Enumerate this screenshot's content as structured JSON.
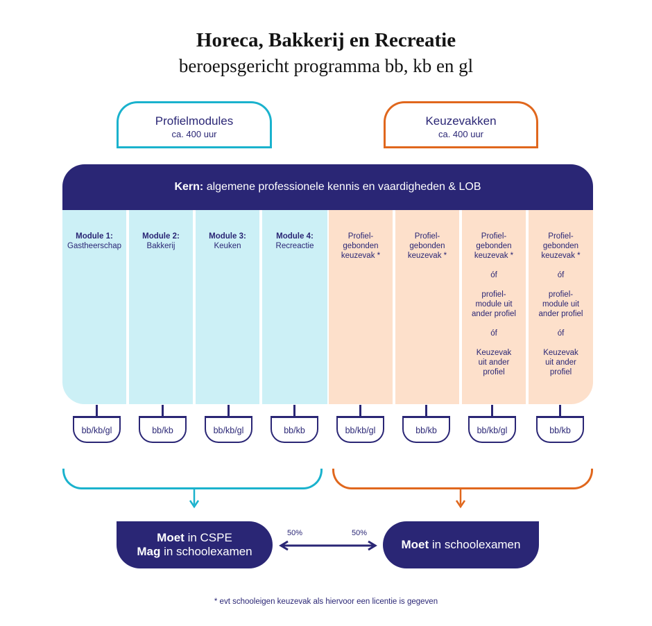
{
  "title": "Horeca, Bakkerij en Recreatie",
  "subtitle": "beroepsgericht programma bb, kb en gl",
  "tabs": {
    "profielmodules": {
      "label": "Profielmodules",
      "hours": "ca. 400 uur"
    },
    "keuzevakken": {
      "label": "Keuzevakken",
      "hours": "ca. 400 uur"
    }
  },
  "kern": {
    "bold": "Kern:",
    "text": " algemene professionele kennis en vaardigheden & LOB"
  },
  "columns": [
    {
      "bold": "Module 1:",
      "lines": [
        "Gastheerschap"
      ],
      "badge": "bb/kb/gl"
    },
    {
      "bold": "Module 2:",
      "lines": [
        "Bakkerij"
      ],
      "badge": "bb/kb"
    },
    {
      "bold": "Module 3:",
      "lines": [
        "Keuken"
      ],
      "badge": "bb/kb/gl"
    },
    {
      "bold": "Module 4:",
      "lines": [
        "Recreactie"
      ],
      "badge": "bb/kb"
    },
    {
      "lines": [
        "Profiel-",
        "gebonden",
        "keuzevak *"
      ],
      "badge": "bb/kb/gl"
    },
    {
      "lines": [
        "Profiel-",
        "gebonden",
        "keuzevak *"
      ],
      "badge": "bb/kb"
    },
    {
      "lines": [
        "Profiel-",
        "gebonden",
        "keuzevak *",
        "",
        "óf",
        "",
        "profiel-",
        "module uit",
        "ander profiel",
        "",
        "óf",
        "",
        "Keuzevak",
        "uit ander",
        "profiel"
      ],
      "badge": "bb/kb/gl"
    },
    {
      "lines": [
        "Profiel-",
        "gebonden",
        "keuzevak *",
        "",
        "óf",
        "",
        "profiel-",
        "module uit",
        "ander profiel",
        "",
        "óf",
        "",
        "Keuzevak",
        "uit ander",
        "profiel"
      ],
      "badge": "bb/kb"
    }
  ],
  "outcomes": {
    "left": {
      "line1_bold": "Moet",
      "line1_rest": " in CSPE",
      "line2_bold": "Mag",
      "line2_rest": " in schoolexamen"
    },
    "right": {
      "bold": "Moet",
      "rest": " in schoolexamen"
    },
    "pct_left": "50%",
    "pct_right": "50%"
  },
  "footnote": "* evt schooleigen keuzevak als hiervoor een licentie is gegeven",
  "colors": {
    "navy": "#2a2675",
    "cyan": "#1ab2cd",
    "orange": "#e0671d",
    "light_blue": "#ccf0f6",
    "peach": "#fde0cb"
  }
}
